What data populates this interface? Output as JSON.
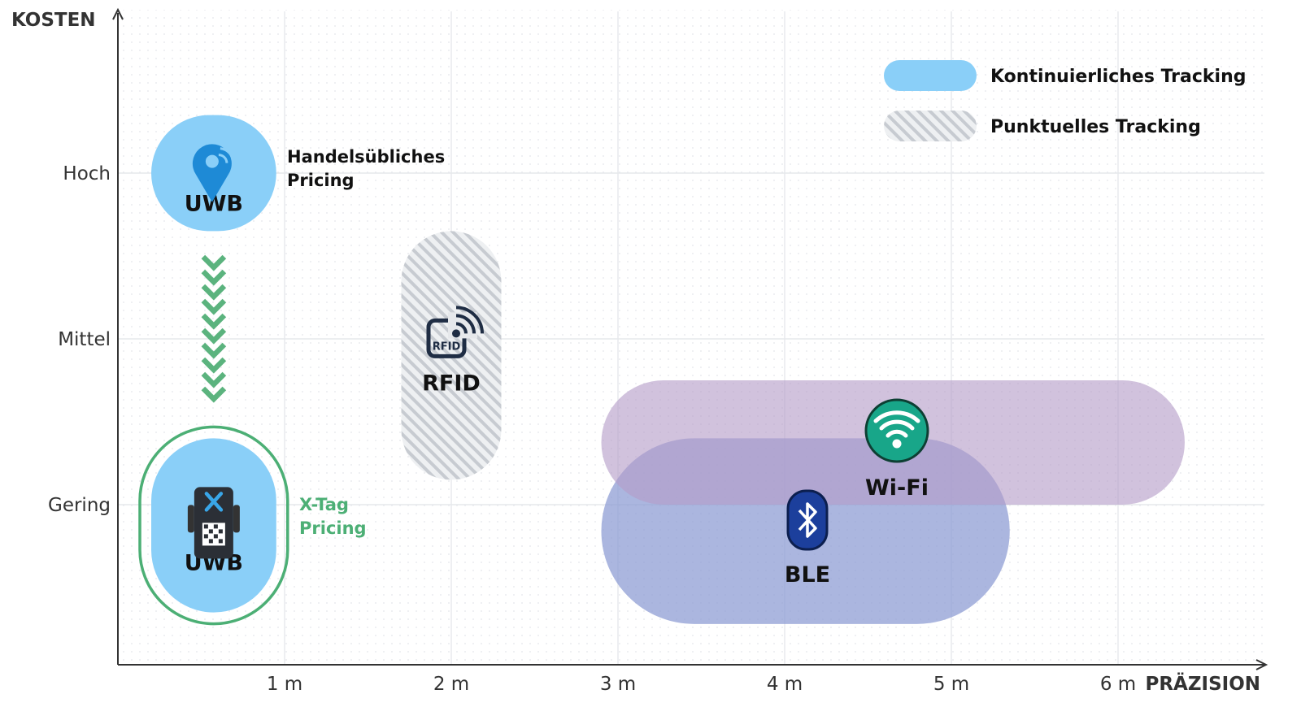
{
  "chart_data": {
    "type": "bubble-region",
    "y_axis": {
      "label": "KOSTEN",
      "ticks": [
        {
          "label": "Hoch",
          "level": 3
        },
        {
          "label": "Mittel",
          "level": 2
        },
        {
          "label": "Gering",
          "level": 1
        }
      ]
    },
    "x_axis": {
      "label": "PRÄZISION",
      "unit": "m",
      "ticks": [
        {
          "label": "1 m",
          "value": 1
        },
        {
          "label": "2 m",
          "value": 2
        },
        {
          "label": "3 m",
          "value": 3
        },
        {
          "label": "4 m",
          "value": 4
        },
        {
          "label": "5 m",
          "value": 5
        },
        {
          "label": "6 m",
          "value": 6
        }
      ]
    },
    "legend": {
      "placement": "top-right",
      "items": [
        {
          "label": "Kontinuierliches Tracking",
          "style": "solid",
          "color": "#8acff8"
        },
        {
          "label": "Punktuelles Tracking",
          "style": "hatched",
          "color": "#c9ccd2"
        }
      ]
    },
    "regions": [
      {
        "name": "UWB",
        "note": "Handelsübliches Pricing",
        "type": "Kontinuierliches Tracking",
        "precision_m": [
          0.2,
          0.95
        ],
        "cost": [
          2.65,
          3.35
        ],
        "color": "#8acff8",
        "icon": "location-pin-signal-icon"
      },
      {
        "name": "UWB",
        "note": "X-Tag Pricing",
        "type": "Kontinuierliches Tracking",
        "precision_m": [
          0.2,
          0.95
        ],
        "cost": [
          0.35,
          1.4
        ],
        "color": "#8acff8",
        "outline": "#4caf75",
        "icon": "x-tag-device-icon"
      },
      {
        "name": "RFID",
        "type": "Punktuelles Tracking",
        "precision_m": [
          1.7,
          2.3
        ],
        "cost": [
          1.15,
          2.65
        ],
        "color": "#c9ccd2",
        "icon": "rfid-icon"
      },
      {
        "name": "Wi-Fi",
        "type": "Kontinuierliches Tracking",
        "precision_m": [
          2.9,
          6.4
        ],
        "cost": [
          1.0,
          1.75
        ],
        "color": "#b49cc8",
        "icon": "wifi-icon"
      },
      {
        "name": "BLE",
        "type": "Kontinuierliches Tracking",
        "precision_m": [
          2.9,
          5.35
        ],
        "cost": [
          0.28,
          1.4
        ],
        "color": "#8a9ad2",
        "icon": "bluetooth-icon"
      }
    ],
    "annotations": [
      {
        "text": "Handelsübliches Pricing",
        "lines": [
          "Handelsübliches",
          "Pricing"
        ],
        "color": "#111111"
      },
      {
        "text": "X-Tag Pricing",
        "lines": [
          "X-Tag",
          "Pricing"
        ],
        "color": "#4caf75"
      }
    ],
    "arrow": {
      "from_cost": 3.0,
      "to_cost": 1.0,
      "direction": "down",
      "color": "#5bb37e"
    },
    "grid": true
  }
}
